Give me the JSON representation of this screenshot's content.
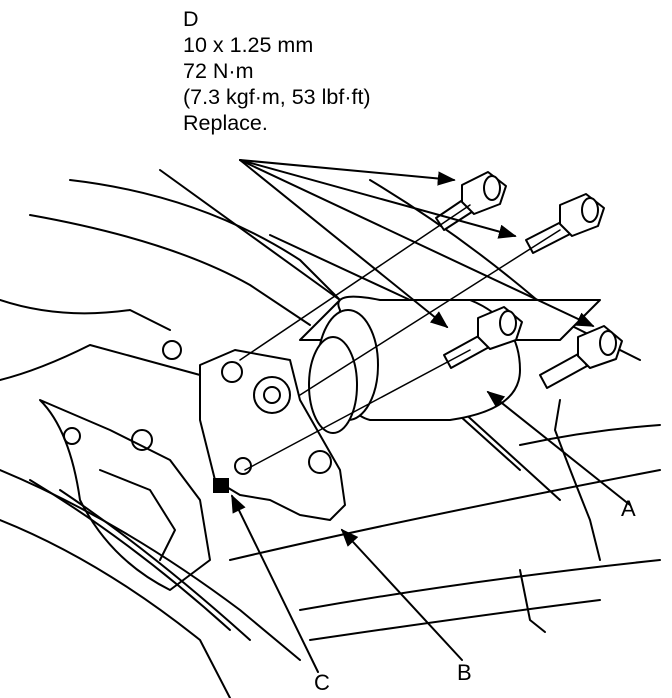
{
  "callout": {
    "letter": "D",
    "size": "10 x 1.25 mm",
    "torque_nm": "72 N·m",
    "torque_alt": "(7.3 kgf·m, 53 lbf·ft)",
    "note": "Replace."
  },
  "labels": {
    "a": "A",
    "b": "B",
    "c": "C"
  }
}
